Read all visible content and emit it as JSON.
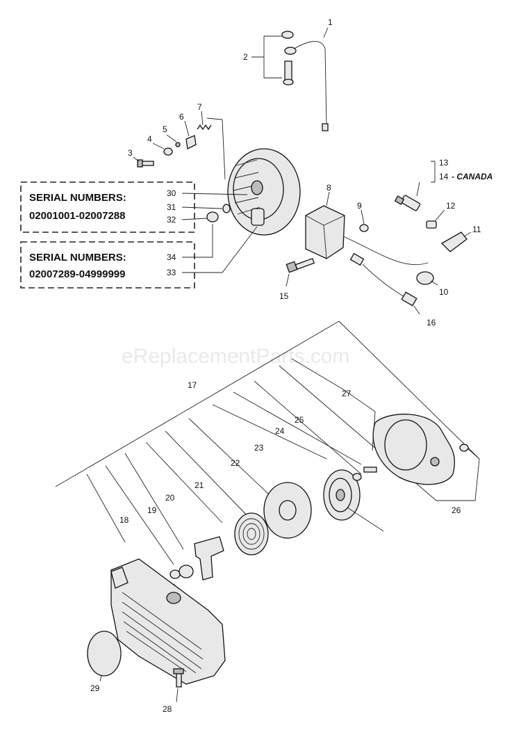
{
  "watermark": "eReplacementParts.com",
  "serial_boxes": [
    {
      "label": "SERIAL NUMBERS:",
      "range": "02001001-02007288"
    },
    {
      "label": "SERIAL NUMBERS:",
      "range": "02007289-04999999"
    }
  ],
  "canada_note": "- CANADA",
  "callouts": {
    "c1": "1",
    "c2": "2",
    "c3": "3",
    "c4": "4",
    "c5": "5",
    "c6": "6",
    "c7": "7",
    "c8": "8",
    "c9": "9",
    "c10": "10",
    "c11": "11",
    "c12": "12",
    "c13": "13",
    "c14": "14",
    "c15": "15",
    "c16": "16",
    "c17": "17",
    "c18": "18",
    "c19": "19",
    "c20": "20",
    "c21": "21",
    "c22": "22",
    "c23": "23",
    "c24": "24",
    "c25": "25",
    "c26": "26",
    "c27": "27",
    "c28": "28",
    "c29": "29",
    "c30": "30",
    "c31": "31",
    "c32": "32",
    "c33": "33",
    "c34": "34"
  }
}
